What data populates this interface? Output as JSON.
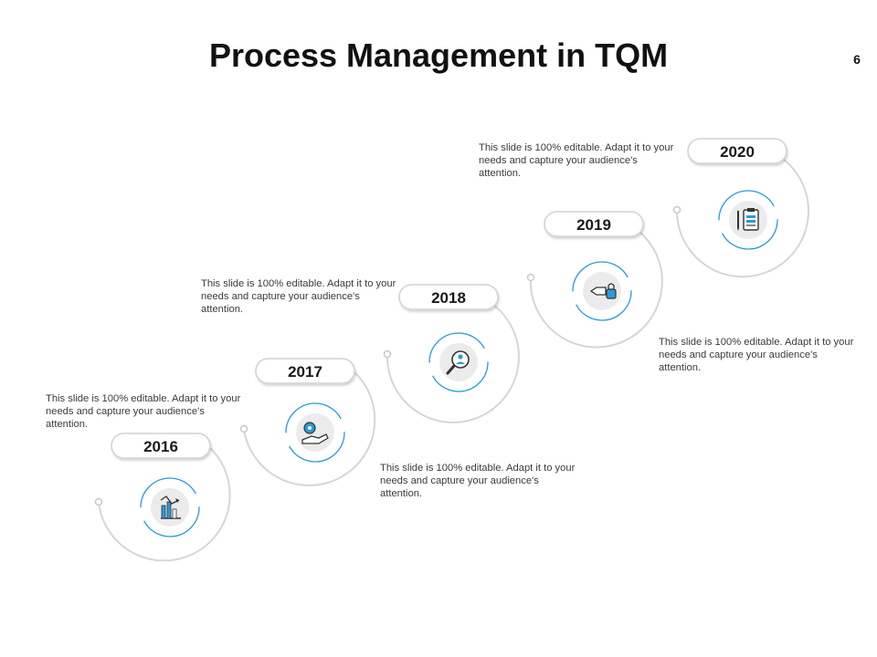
{
  "slide": {
    "title": "Process Management in TQM",
    "page_number": "6"
  },
  "colors": {
    "accent": "#2a9ad8",
    "arc": "#d6d6d6",
    "icon_bg": "#ebebeb",
    "icon_dark": "#333333"
  },
  "milestones": [
    {
      "year": "2016",
      "icon": "chart-icon",
      "description": "This slide is 100% editable. Adapt it to your needs and capture your audience's attention."
    },
    {
      "year": "2017",
      "icon": "hand-gear-icon",
      "description": "This slide is 100% editable. Adapt it to your needs and capture your audience's attention."
    },
    {
      "year": "2018",
      "icon": "search-person-icon",
      "description": "This slide is 100% editable. Adapt it to your needs and capture your audience's attention."
    },
    {
      "year": "2019",
      "icon": "key-lock-icon",
      "description": "This slide is 100% editable. Adapt it to your needs and capture your audience's attention."
    },
    {
      "year": "2020",
      "icon": "clipboard-icon",
      "description": "This slide is 100% editable. Adapt it to your needs and capture your audience's attention."
    }
  ]
}
